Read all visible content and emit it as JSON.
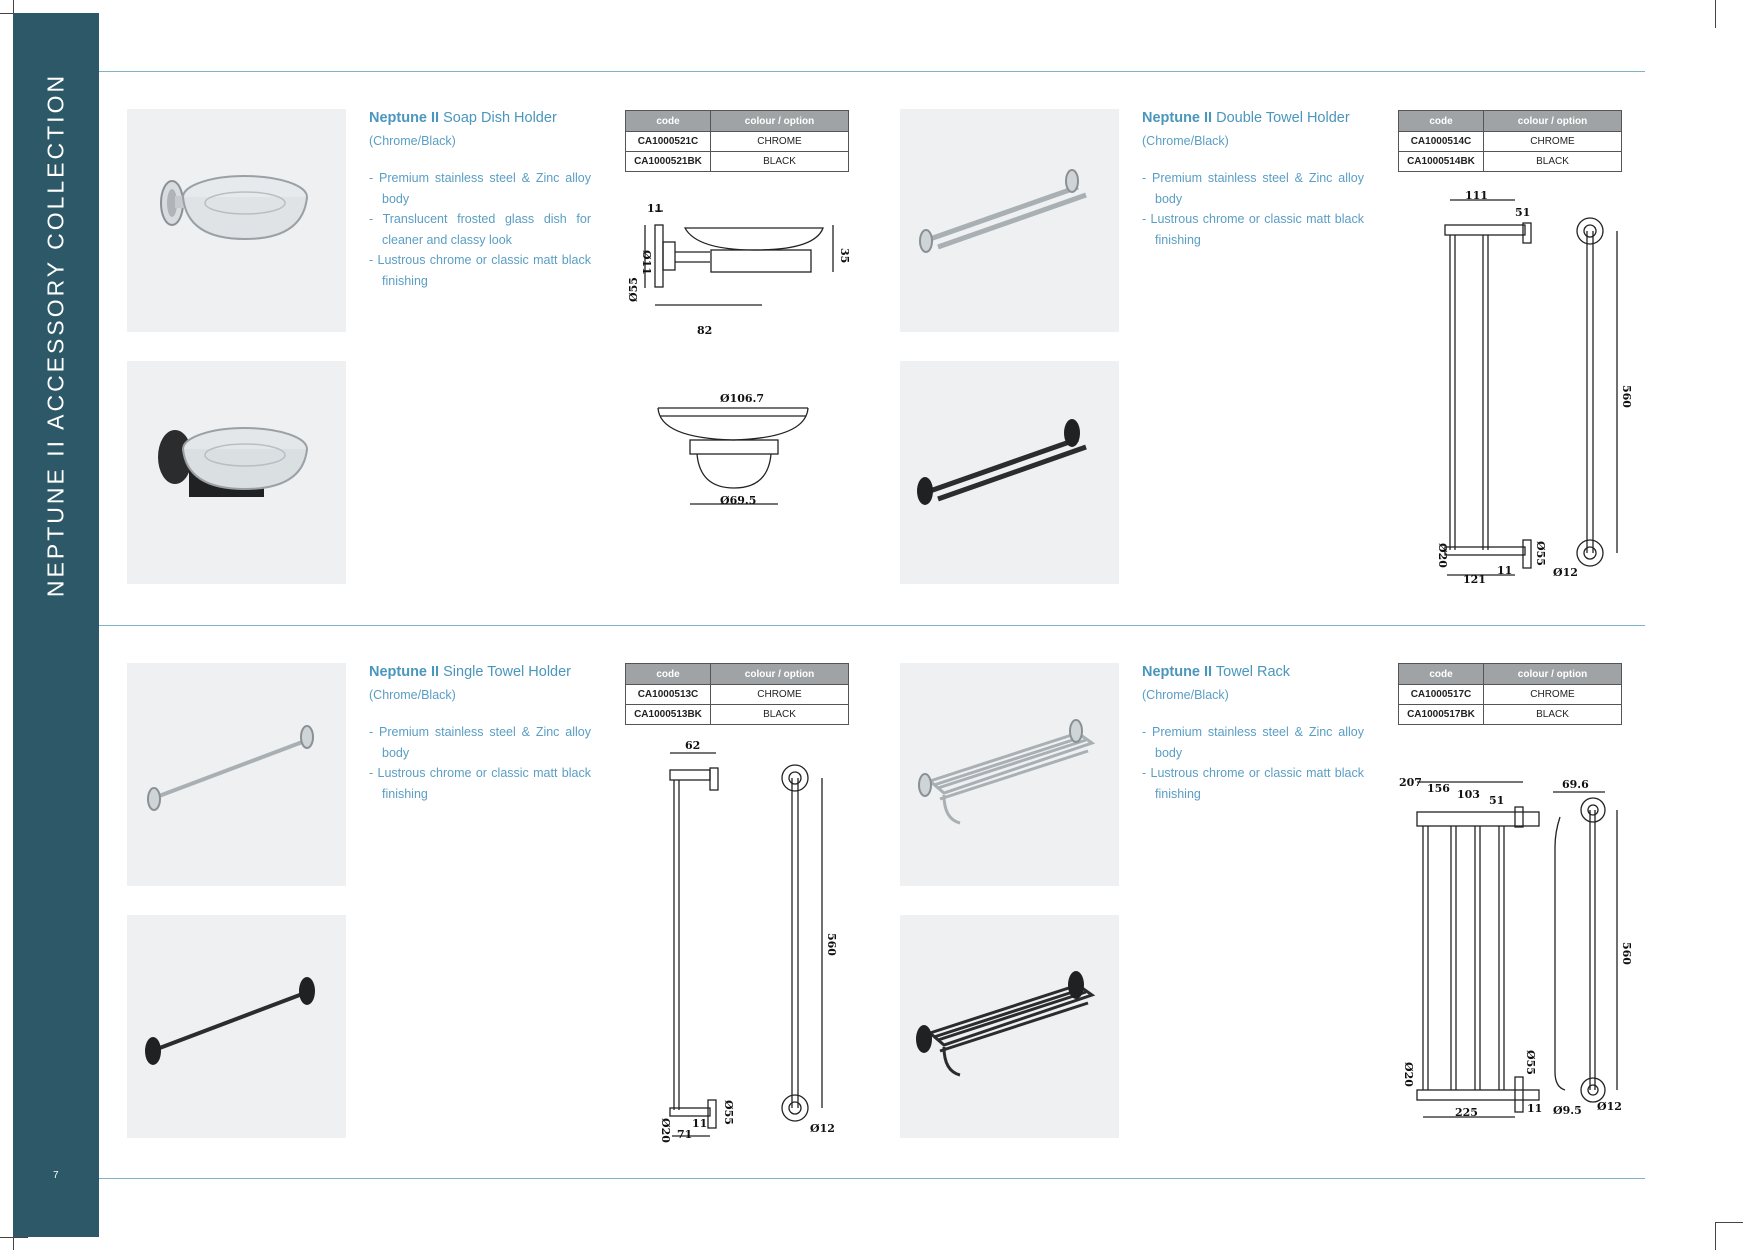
{
  "sidebar": {
    "title": "NEPTUNE II ACCESSORY COLLECTION",
    "page_number": "7"
  },
  "table_headers": {
    "code": "code",
    "colour": "colour / option"
  },
  "products": {
    "soap": {
      "brand": "Neptune II",
      "name": "Soap Dish Holder",
      "subtitle": "(Chrome/Black)",
      "features": [
        "- Premium stainless steel & Zinc alloy body",
        "- Translucent frosted glass dish for cleaner and classy look",
        "- Lustrous chrome or classic matt black finishing"
      ],
      "codes": [
        {
          "code": "CA1000521C",
          "colour": "CHROME"
        },
        {
          "code": "CA1000521BK",
          "colour": "BLACK"
        }
      ],
      "dims": [
        "11",
        "Ø11",
        "Ø55",
        "82",
        "35",
        "Ø106.7",
        "Ø69.5"
      ]
    },
    "double": {
      "brand": "Neptune II",
      "name": "Double Towel Holder",
      "subtitle": "(Chrome/Black)",
      "features": [
        "- Premium stainless steel & Zinc alloy body",
        "- Lustrous chrome or classic matt black finishing"
      ],
      "codes": [
        {
          "code": "CA1000514C",
          "colour": "CHROME"
        },
        {
          "code": "CA1000514BK",
          "colour": "BLACK"
        }
      ],
      "dims": [
        "111",
        "51",
        "560",
        "Ø20",
        "Ø55",
        "121",
        "11",
        "Ø12"
      ]
    },
    "single": {
      "brand": "Neptune II",
      "name": "Single Towel Holder",
      "subtitle": "(Chrome/Black)",
      "features": [
        "- Premium stainless steel & Zinc alloy body",
        "- Lustrous chrome or classic matt black finishing"
      ],
      "codes": [
        {
          "code": "CA1000513C",
          "colour": "CHROME"
        },
        {
          "code": "CA1000513BK",
          "colour": "BLACK"
        }
      ],
      "dims": [
        "62",
        "560",
        "Ø55",
        "Ø20",
        "71",
        "11",
        "Ø12"
      ]
    },
    "rack": {
      "brand": "Neptune II",
      "name": "Towel Rack",
      "subtitle": "(Chrome/Black)",
      "features": [
        "- Premium stainless steel & Zinc alloy body",
        "- Lustrous chrome or classic matt black finishing"
      ],
      "codes": [
        {
          "code": "CA1000517C",
          "colour": "CHROME"
        },
        {
          "code": "CA1000517BK",
          "colour": "BLACK"
        }
      ],
      "dims": [
        "207",
        "156",
        "103",
        "51",
        "69.6",
        "560",
        "Ø20",
        "Ø55",
        "225",
        "11",
        "Ø9.5",
        "Ø12"
      ]
    }
  },
  "colors": {
    "sidebar": "#2c5867",
    "accent": "#4a96bd",
    "rule": "#7fb2c9",
    "photo_bg": "#eef0f2"
  }
}
